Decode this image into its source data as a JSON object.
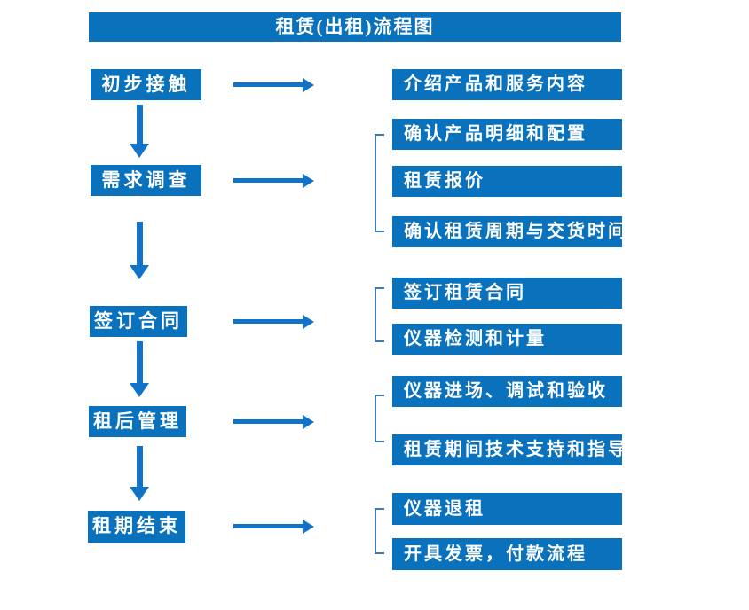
{
  "title": "租赁(出租)流程图",
  "colors": {
    "box_fill": "#0a71bc",
    "arrow": "#1173c8",
    "bracket": "#3f7ab5",
    "box_text": "#ffffff",
    "background": "#ffffff"
  },
  "stages": [
    {
      "label": "初步接触",
      "details": [
        "介绍产品和服务内容"
      ]
    },
    {
      "label": "需求调查",
      "details": [
        "确认产品明细和配置",
        "租赁报价",
        "确认租赁周期与交货时间"
      ]
    },
    {
      "label": "签订合同",
      "details": [
        "签订租赁合同",
        "仪器检测和计量"
      ]
    },
    {
      "label": "租后管理",
      "details": [
        "仪器进场、调试和验收",
        "租赁期间技术支持和指导"
      ]
    },
    {
      "label": "租期结束",
      "details": [
        "仪器退租",
        "开具发票，付款流程"
      ]
    }
  ]
}
